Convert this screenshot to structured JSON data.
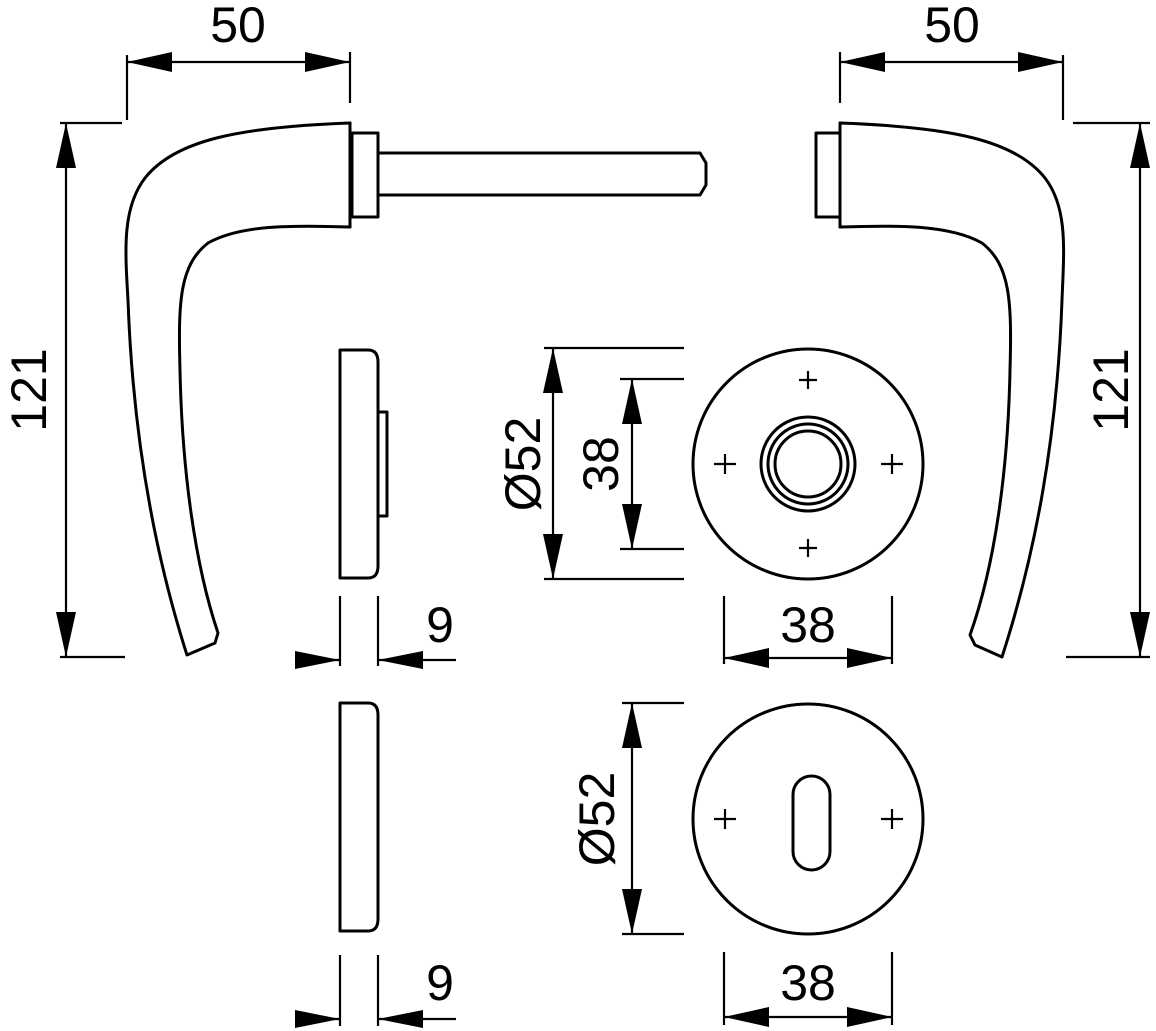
{
  "dimensions": {
    "lever_left_width": "50",
    "lever_right_width": "50",
    "lever_left_height": "121",
    "lever_right_height": "121",
    "rose_outer_diameter": "Ø52",
    "rose_inner_spacing": "38",
    "rose_screw_spacing": "38",
    "rose_thickness": "9",
    "escutcheon_diameter": "Ø52",
    "escutcheon_screw_spacing": "38",
    "escutcheon_thickness": "9"
  },
  "colors": {
    "line": "#000000",
    "background": "#ffffff"
  }
}
